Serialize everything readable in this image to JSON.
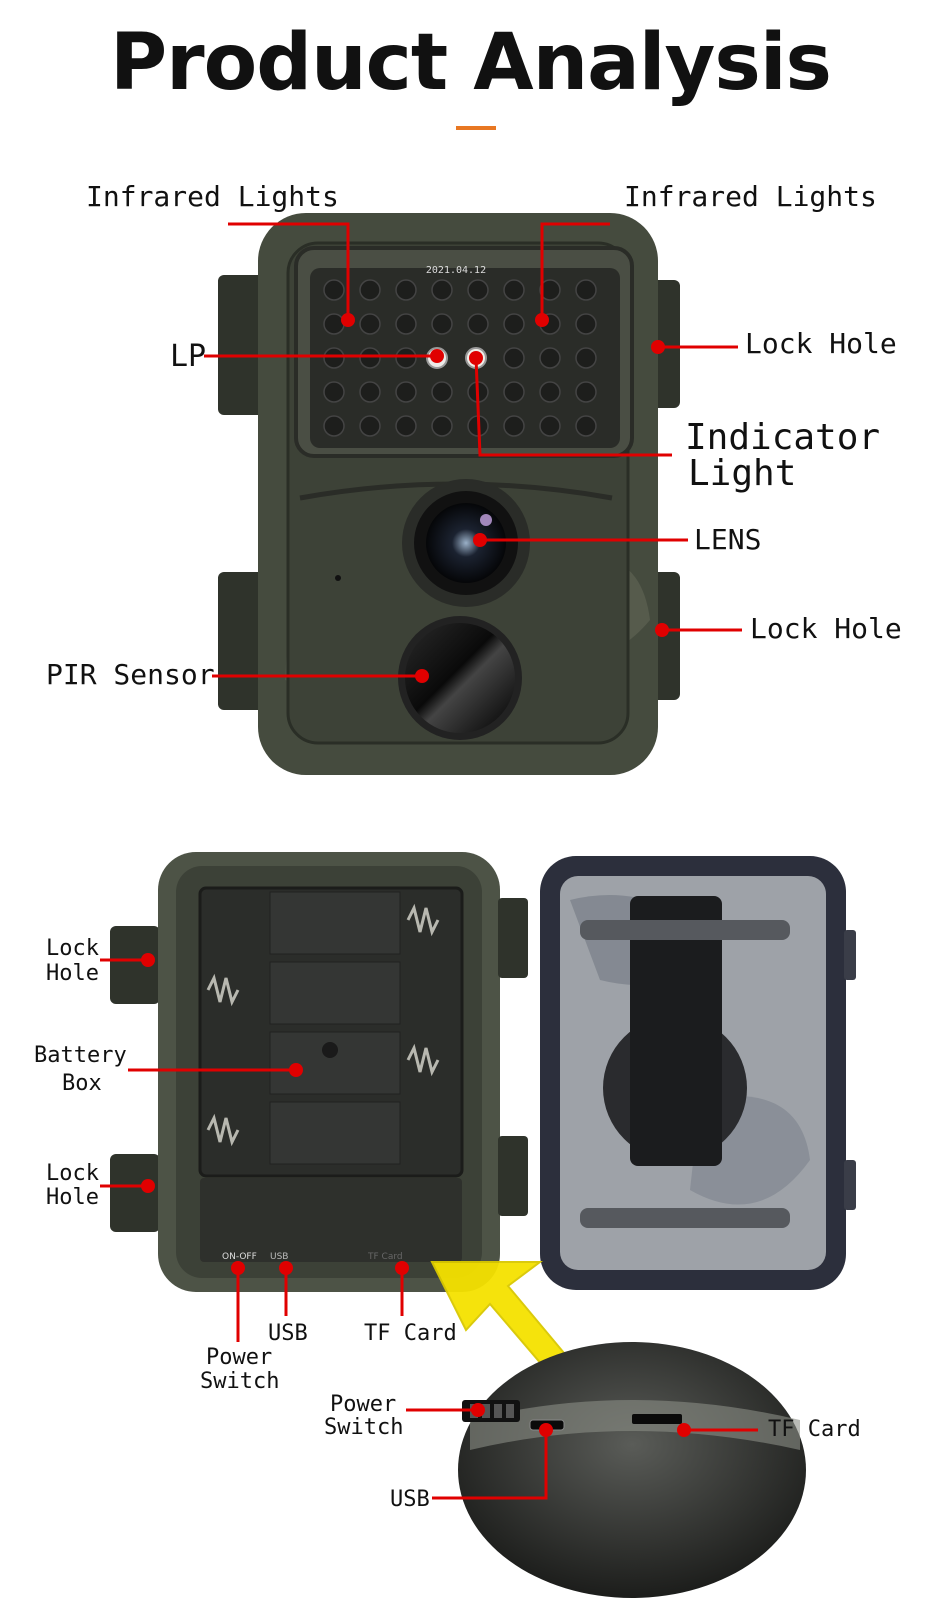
{
  "title": "Product Analysis",
  "colors": {
    "accent": "#e87722",
    "leader": "#e00000",
    "camo_dark": "#3f4538",
    "camo_mid": "#6b7062"
  },
  "front": {
    "stamp": "2021.04.12",
    "labels": {
      "ir_left": "Infrared Lights",
      "ir_right": "Infrared Lights",
      "lp": "LP",
      "lock_top": "Lock Hole",
      "indicator_1": "Indicator",
      "indicator_2": "Light",
      "lens": "LENS",
      "lock_bottom": "Lock Hole",
      "pir": "PIR Sensor"
    }
  },
  "back": {
    "labels": {
      "lock1_a": "Lock",
      "lock1_b": "Hole",
      "battery_a": "Battery",
      "battery_b": "Box",
      "lock2_a": "Lock",
      "lock2_b": "Hole",
      "usb": "USB",
      "tf": "TF Card",
      "power_a": "Power",
      "power_b": "Switch"
    },
    "port_print": {
      "onoff": "ON-OFF",
      "usb": "USB",
      "tf": "TF Card"
    }
  },
  "zoom": {
    "labels": {
      "power_a": "Power",
      "power_b": "Switch",
      "tf": "TF Card",
      "usb": "USB"
    }
  }
}
